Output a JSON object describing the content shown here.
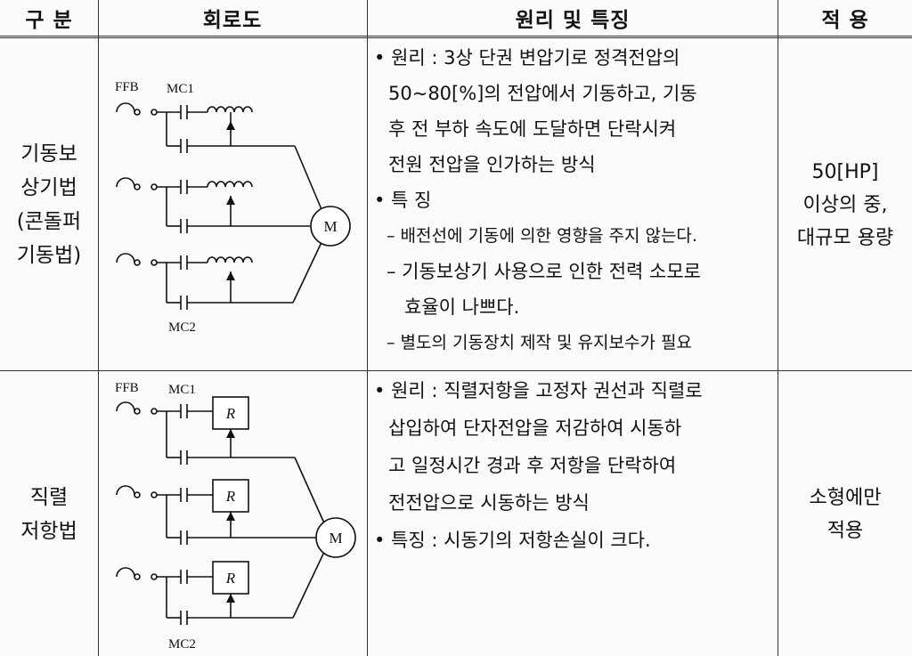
{
  "header": {
    "col1": "구 분",
    "col2": "회로도",
    "col3": "원리 및 특징",
    "col4": "적 용"
  },
  "rows": [
    {
      "category_lines": "기동보\n상기법\n(콘돌퍼\n기동법)",
      "circuit": {
        "label_ffb": "FFB",
        "label_mc1": "MC1",
        "label_mc2": "MC2",
        "label_motor": "M"
      },
      "lines": [
        "• 원리 : 3상 단권 변압기로 정격전압의",
        "50~80[%]의 전압에서 기동하고, 기동",
        "후 전 부하 속도에 도달하면 단락시켜",
        "전원 전압을 인가하는 방식",
        "• 특 징",
        "– 배전선에 기동에 의한 영향을 주지 않는다.",
        "– 기동보상기 사용으로 인한 전력 소모로",
        "효율이 나쁘다.",
        "– 별도의 기동장치 제작 및 유지보수가 필요"
      ],
      "application": "50[HP]\n이상의 중,\n대규모 용량"
    },
    {
      "category_lines": "직렬\n저항법",
      "circuit": {
        "label_ffb": "FFB",
        "label_mc1": "MC1",
        "label_mc2": "MC2",
        "label_motor": "M",
        "label_resistor": "R"
      },
      "lines": [
        "• 원리 : 직렬저항을 고정자 권선과 직렬로",
        "삽입하여 단자전압을 저감하여 시동하",
        "고 일정시간 경과 후 저항을 단락하여",
        "전전압으로 시동하는 방식",
        "• 특징 : 시동기의 저항손실이 크다."
      ],
      "application": "소형에만\n적용"
    }
  ]
}
